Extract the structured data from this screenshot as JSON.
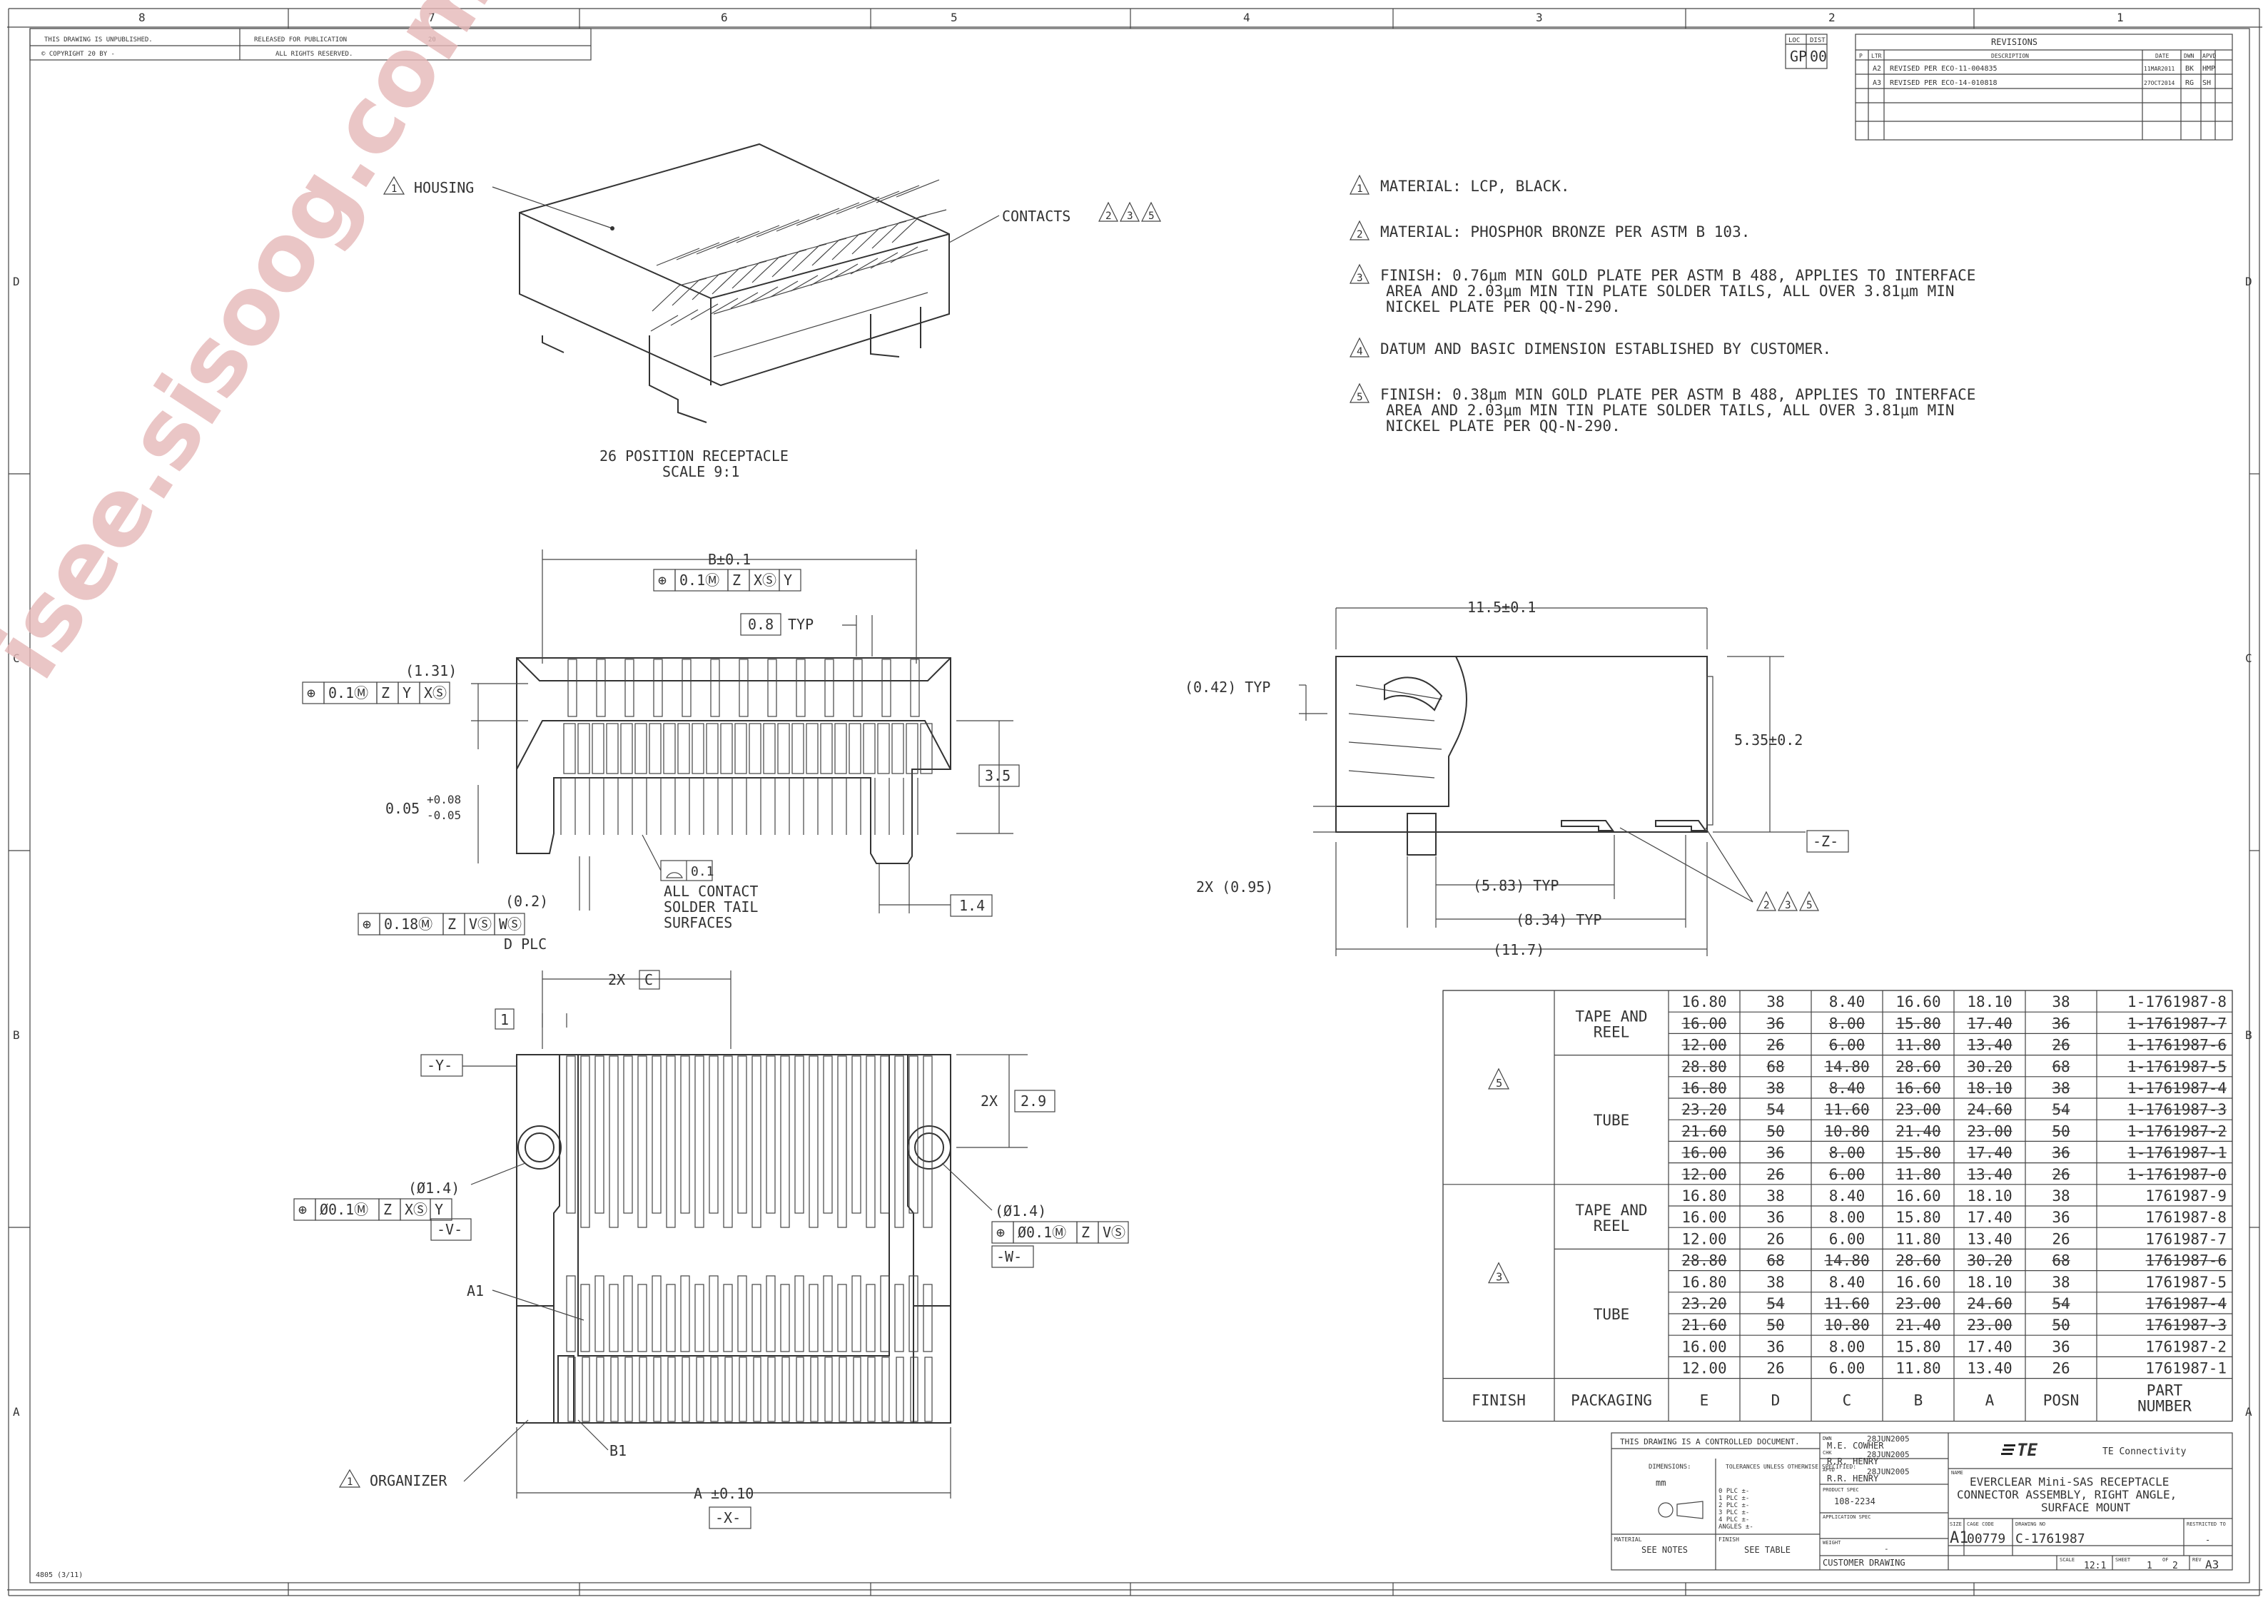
{
  "frame": {
    "zones_top": [
      "8",
      "7",
      "6",
      "5",
      "4",
      "3",
      "2",
      "1"
    ],
    "zones_side": [
      "D",
      "C",
      "B",
      "A"
    ],
    "top_left": {
      "unpublished": "THIS DRAWING IS UNPUBLISHED.",
      "copyright": "© COPYRIGHT 20    BY -",
      "released": "RELEASED FOR PUBLICATION",
      "rights": "ALL RIGHTS RESERVED.",
      "year": "20"
    },
    "form_no": "4805 (3/11)"
  },
  "watermark": "isee.sisoog.com",
  "revisions": {
    "title": "REVISIONS",
    "loc": "LOC",
    "loc_val": "GP",
    "dist": "DIST",
    "dist_val": "00",
    "headers": [
      "P",
      "LTR",
      "DESCRIPTION",
      "DATE",
      "DWN",
      "APVD"
    ],
    "rows": [
      {
        "ltr": "A2",
        "desc": "REVISED PER ECO-11-004835",
        "date": "11MAR2011",
        "dwn": "BK",
        "apvd": "HMP"
      },
      {
        "ltr": "A3",
        "desc": "REVISED PER ECO-14-010818",
        "date": "27OCT2014",
        "dwn": "RG",
        "apvd": "SH"
      }
    ]
  },
  "notes": [
    {
      "num": "1",
      "lines": [
        "MATERIAL: LCP, BLACK."
      ]
    },
    {
      "num": "2",
      "lines": [
        "MATERIAL: PHOSPHOR BRONZE PER ASTM B 103."
      ]
    },
    {
      "num": "3",
      "lines": [
        "FINISH: 0.76μm MIN GOLD PLATE PER ASTM B 488, APPLIES TO INTERFACE",
        "AREA AND 2.03μm MIN TIN PLATE SOLDER TAILS, ALL OVER 3.81μm MIN",
        "NICKEL PLATE PER QQ-N-290."
      ]
    },
    {
      "num": "4",
      "lines": [
        "DATUM AND BASIC DIMENSION ESTABLISHED BY CUSTOMER."
      ]
    },
    {
      "num": "5",
      "lines": [
        "FINISH: 0.38μm MIN GOLD PLATE PER ASTM B 488, APPLIES TO INTERFACE",
        "AREA AND 2.03μm MIN TIN PLATE SOLDER TAILS, ALL OVER 3.81μm MIN",
        "NICKEL PLATE PER QQ-N-290."
      ]
    }
  ],
  "iso_view": {
    "housing": "HOUSING",
    "contacts": "CONTACTS",
    "caption1": "26 POSITION RECEPTACLE",
    "caption2": "SCALE  9:1"
  },
  "front_view": {
    "b_dim": "B±0.1",
    "fcf_top": [
      "⊕",
      "0.1Ⓜ",
      "Z",
      "XⓈ",
      "Y"
    ],
    "typ08": "0.8",
    "typ": "TYP",
    "d131": "(1.31)",
    "fcf_left": [
      "⊕",
      "0.1Ⓜ",
      "Z",
      "Y",
      "XⓈ"
    ],
    "d35": "3.5",
    "tol_base": "0.05",
    "tol_plus": "+0.08",
    "tol_minus": "-0.05",
    "profile_val": "0.1",
    "all_contact": [
      "ALL CONTACT",
      "SOLDER TAIL",
      "SURFACES"
    ],
    "d02": "(0.2)",
    "fcf_bottom": [
      "⊕",
      "0.18Ⓜ",
      "Z",
      "VⓈ",
      "WⓈ"
    ],
    "dplc": "D PLC",
    "d14": "1.4"
  },
  "side_view": {
    "d115": "11.5±0.1",
    "d042": "(0.42) TYP",
    "d535": "5.35±0.2",
    "datum_z": "-Z-",
    "d095": "2X (0.95)",
    "d583": "(5.83) TYP",
    "d834": "(8.34) TYP",
    "d117": "(11.7)",
    "flags": [
      "2",
      "3",
      "5"
    ]
  },
  "bottom_view": {
    "c2x": "2X",
    "c": "C",
    "one": "1",
    "datum_y": "-Y-",
    "d29x": "2X",
    "d29": "2.9",
    "phi_l": "(Ø1.4)",
    "fcf_l": [
      "⊕",
      "Ø0.1Ⓜ",
      "Z",
      "XⓈ",
      "Y"
    ],
    "datum_v": "-V-",
    "phi_r": "(Ø1.4)",
    "fcf_r": [
      "⊕",
      "Ø0.1Ⓜ",
      "Z",
      "VⓈ"
    ],
    "datum_w": "-W-",
    "a1": "A1",
    "b1": "B1",
    "organizer": "ORGANIZER",
    "a_dim": "A ±0.10",
    "datum_x": "-X-"
  },
  "table": {
    "headers": [
      "FINISH",
      "PACKAGING",
      "E",
      "D",
      "C",
      "B",
      "A",
      "POSN",
      "PART NUMBER"
    ],
    "groups": [
      {
        "finish_flag": "5",
        "packs": [
          {
            "label": "TAPE AND REEL",
            "rows": [
              {
                "v": [
                  "16.80",
                  "38",
                  "8.40",
                  "16.60",
                  "18.10",
                  "38",
                  "1-1761987-8"
                ],
                "strike": false
              },
              {
                "v": [
                  "16.00",
                  "36",
                  "8.00",
                  "15.80",
                  "17.40",
                  "36",
                  "1-1761987-7"
                ],
                "strike": true
              },
              {
                "v": [
                  "12.00",
                  "26",
                  "6.00",
                  "11.80",
                  "13.40",
                  "26",
                  "1-1761987-6"
                ],
                "strike": true
              }
            ]
          },
          {
            "label": "TUBE",
            "rows": [
              {
                "v": [
                  "28.80",
                  "68",
                  "14.80",
                  "28.60",
                  "30.20",
                  "68",
                  "1-1761987-5"
                ],
                "strike": true
              },
              {
                "v": [
                  "16.80",
                  "38",
                  "8.40",
                  "16.60",
                  "18.10",
                  "38",
                  "1-1761987-4"
                ],
                "strike": true
              },
              {
                "v": [
                  "23.20",
                  "54",
                  "11.60",
                  "23.00",
                  "24.60",
                  "54",
                  "1-1761987-3"
                ],
                "strike": true
              },
              {
                "v": [
                  "21.60",
                  "50",
                  "10.80",
                  "21.40",
                  "23.00",
                  "50",
                  "1-1761987-2"
                ],
                "strike": true
              },
              {
                "v": [
                  "16.00",
                  "36",
                  "8.00",
                  "15.80",
                  "17.40",
                  "36",
                  "1-1761987-1"
                ],
                "strike": true
              },
              {
                "v": [
                  "12.00",
                  "26",
                  "6.00",
                  "11.80",
                  "13.40",
                  "26",
                  "1-1761987-0"
                ],
                "strike": true
              }
            ]
          }
        ]
      },
      {
        "finish_flag": "3",
        "packs": [
          {
            "label": "TAPE AND REEL",
            "rows": [
              {
                "v": [
                  "16.80",
                  "38",
                  "8.40",
                  "16.60",
                  "18.10",
                  "38",
                  "1761987-9"
                ],
                "strike": false
              },
              {
                "v": [
                  "16.00",
                  "36",
                  "8.00",
                  "15.80",
                  "17.40",
                  "36",
                  "1761987-8"
                ],
                "strike": false
              },
              {
                "v": [
                  "12.00",
                  "26",
                  "6.00",
                  "11.80",
                  "13.40",
                  "26",
                  "1761987-7"
                ],
                "strike": false
              }
            ]
          },
          {
            "label": "TUBE",
            "rows": [
              {
                "v": [
                  "28.80",
                  "68",
                  "14.80",
                  "28.60",
                  "30.20",
                  "68",
                  "1761987-6"
                ],
                "strike": true
              },
              {
                "v": [
                  "16.80",
                  "38",
                  "8.40",
                  "16.60",
                  "18.10",
                  "38",
                  "1761987-5"
                ],
                "strike": false
              },
              {
                "v": [
                  "23.20",
                  "54",
                  "11.60",
                  "23.00",
                  "24.60",
                  "54",
                  "1761987-4"
                ],
                "strike": true
              },
              {
                "v": [
                  "21.60",
                  "50",
                  "10.80",
                  "21.40",
                  "23.00",
                  "50",
                  "1761987-3"
                ],
                "strike": true
              },
              {
                "v": [
                  "16.00",
                  "36",
                  "8.00",
                  "15.80",
                  "17.40",
                  "36",
                  "1761987-2"
                ],
                "strike": false
              },
              {
                "v": [
                  "12.00",
                  "26",
                  "6.00",
                  "11.80",
                  "13.40",
                  "26",
                  "1761987-1"
                ],
                "strike": false
              }
            ]
          }
        ]
      }
    ]
  },
  "title_block": {
    "controlled": "THIS DRAWING IS A CONTROLLED DOCUMENT.",
    "dimensions": "DIMENSIONS:",
    "mm": "mm",
    "tolerances": "TOLERANCES UNLESS OTHERWISE SPECIFIED:",
    "plc": [
      "0 PLC  ±-",
      "1 PLC  ±-",
      "2 PLC  ±-",
      "3 PLC  ±-",
      "4 PLC  ±-",
      "ANGLES  ±-"
    ],
    "dwn_label": "DWN",
    "dwn": "M.E. COWHER",
    "dwn_date": "28JUN2005",
    "chk_label": "CHK",
    "chk": "R.R. HENRY",
    "chk_date": "28JUN2005",
    "appvd_label": "APVD",
    "appvd": "R.R. HENRY",
    "appvd_date": "28JUN2005",
    "product_spec_label": "PRODUCT SPEC",
    "product_spec": "108-2234",
    "application_spec_label": "APPLICATION SPEC",
    "weight_label": "WEIGHT",
    "weight": "-",
    "material_label": "MATERIAL",
    "material": "SEE NOTES",
    "finish_label": "FINISH",
    "finish": "SEE TABLE",
    "customer_drawing": "CUSTOMER DRAWING",
    "logo": "TE",
    "company": "TE Connectivity",
    "name_label": "NAME",
    "name": [
      "EVERCLEAR Mini-SAS RECEPTACLE",
      "CONNECTOR ASSEMBLY, RIGHT ANGLE,",
      "SURFACE MOUNT"
    ],
    "size_label": "SIZE",
    "size": "A1",
    "cage_label": "CAGE CODE",
    "cage": "00779",
    "drawing_no_label": "DRAWING NO",
    "drawing_no": "C-1761987",
    "restricted_label": "RESTRICTED TO",
    "restricted": "-",
    "scale_label": "SCALE",
    "scale": "12:1",
    "sheet_label": "SHEET",
    "sheet": "1",
    "of": "OF",
    "of_val": "2",
    "rev_label": "REV",
    "rev": "A3"
  }
}
